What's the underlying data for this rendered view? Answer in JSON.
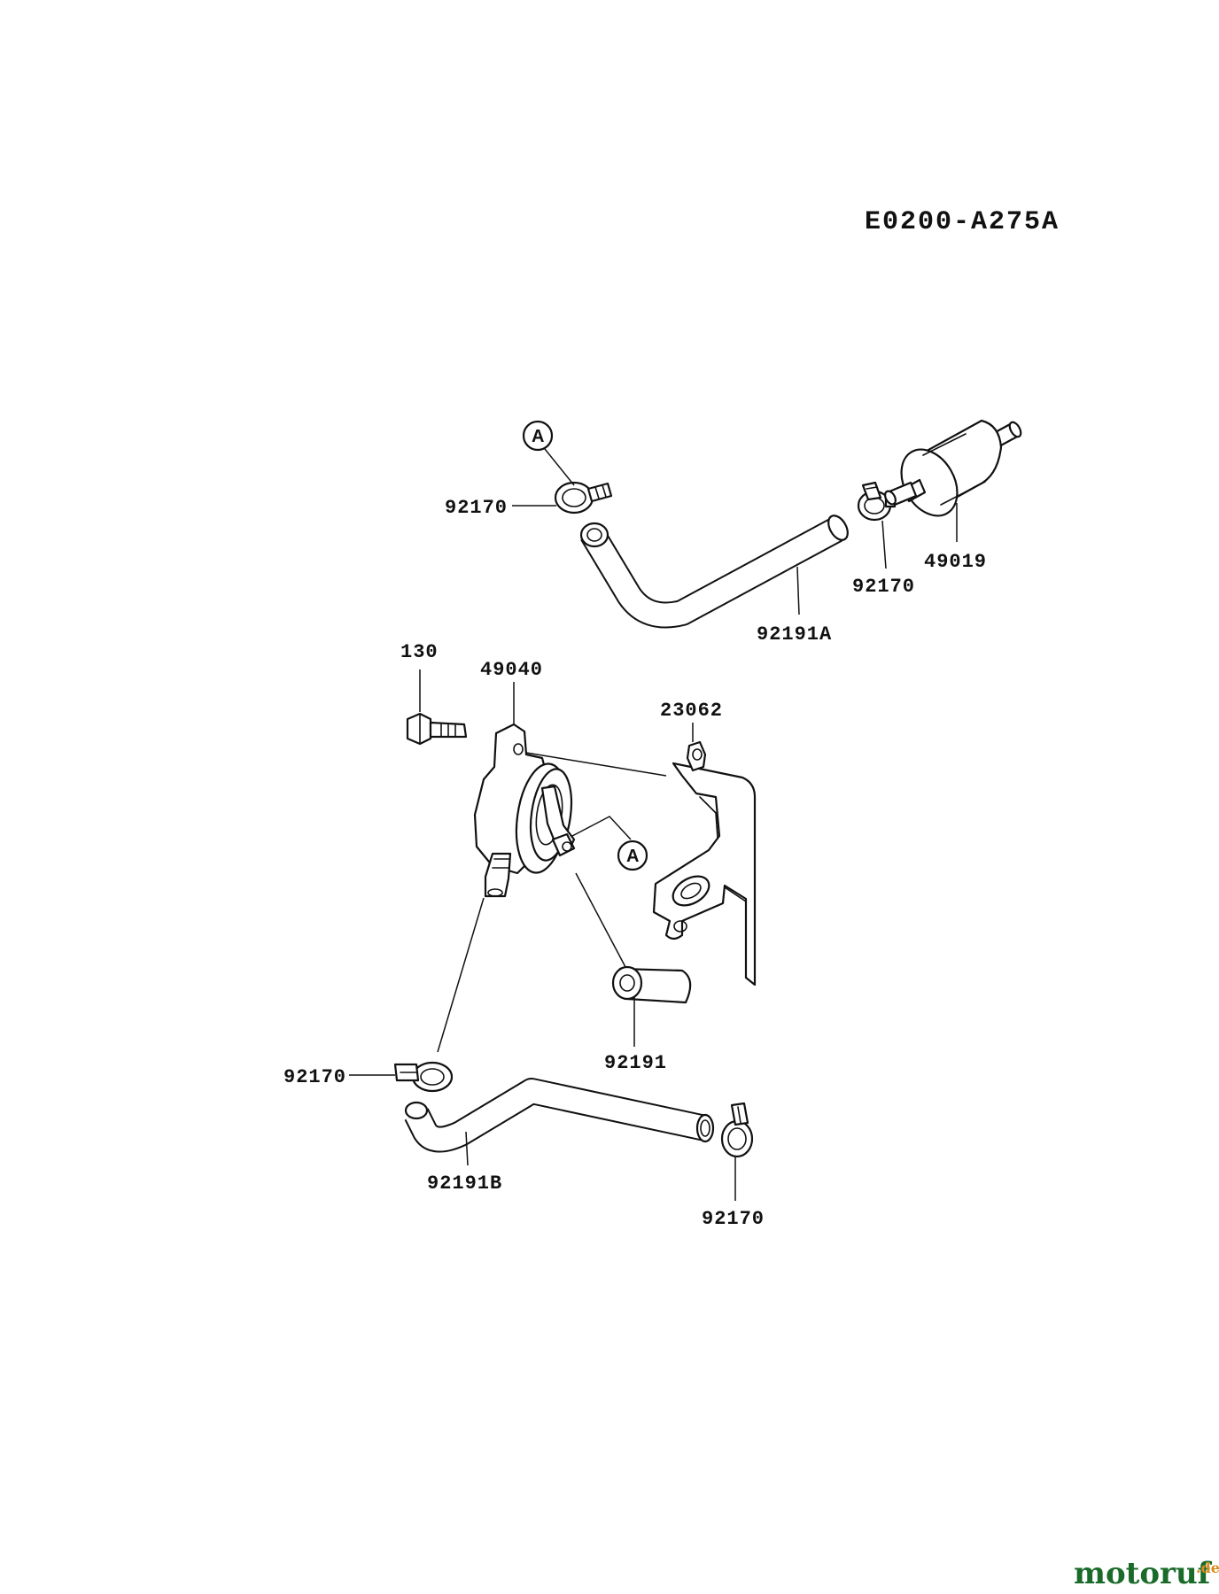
{
  "diagram": {
    "code": "E0200-A275A",
    "reference_marker": "A",
    "part_labels": {
      "clamp_upper_left": "92170",
      "clamp_upper_right": "92170",
      "fuel_filter": "49019",
      "hose_upper": "92191A",
      "bolt": "130",
      "fuel_pump": "49040",
      "bracket": "23062",
      "hose_short": "92191",
      "clamp_lower_left": "92170",
      "hose_lower": "92191B",
      "clamp_lower_right": "92170"
    }
  },
  "watermark": {
    "brand": "motoruf",
    "tld": ".de",
    "colors": {
      "brand": "#1a6b2a",
      "tld": "#d98a1a"
    }
  }
}
